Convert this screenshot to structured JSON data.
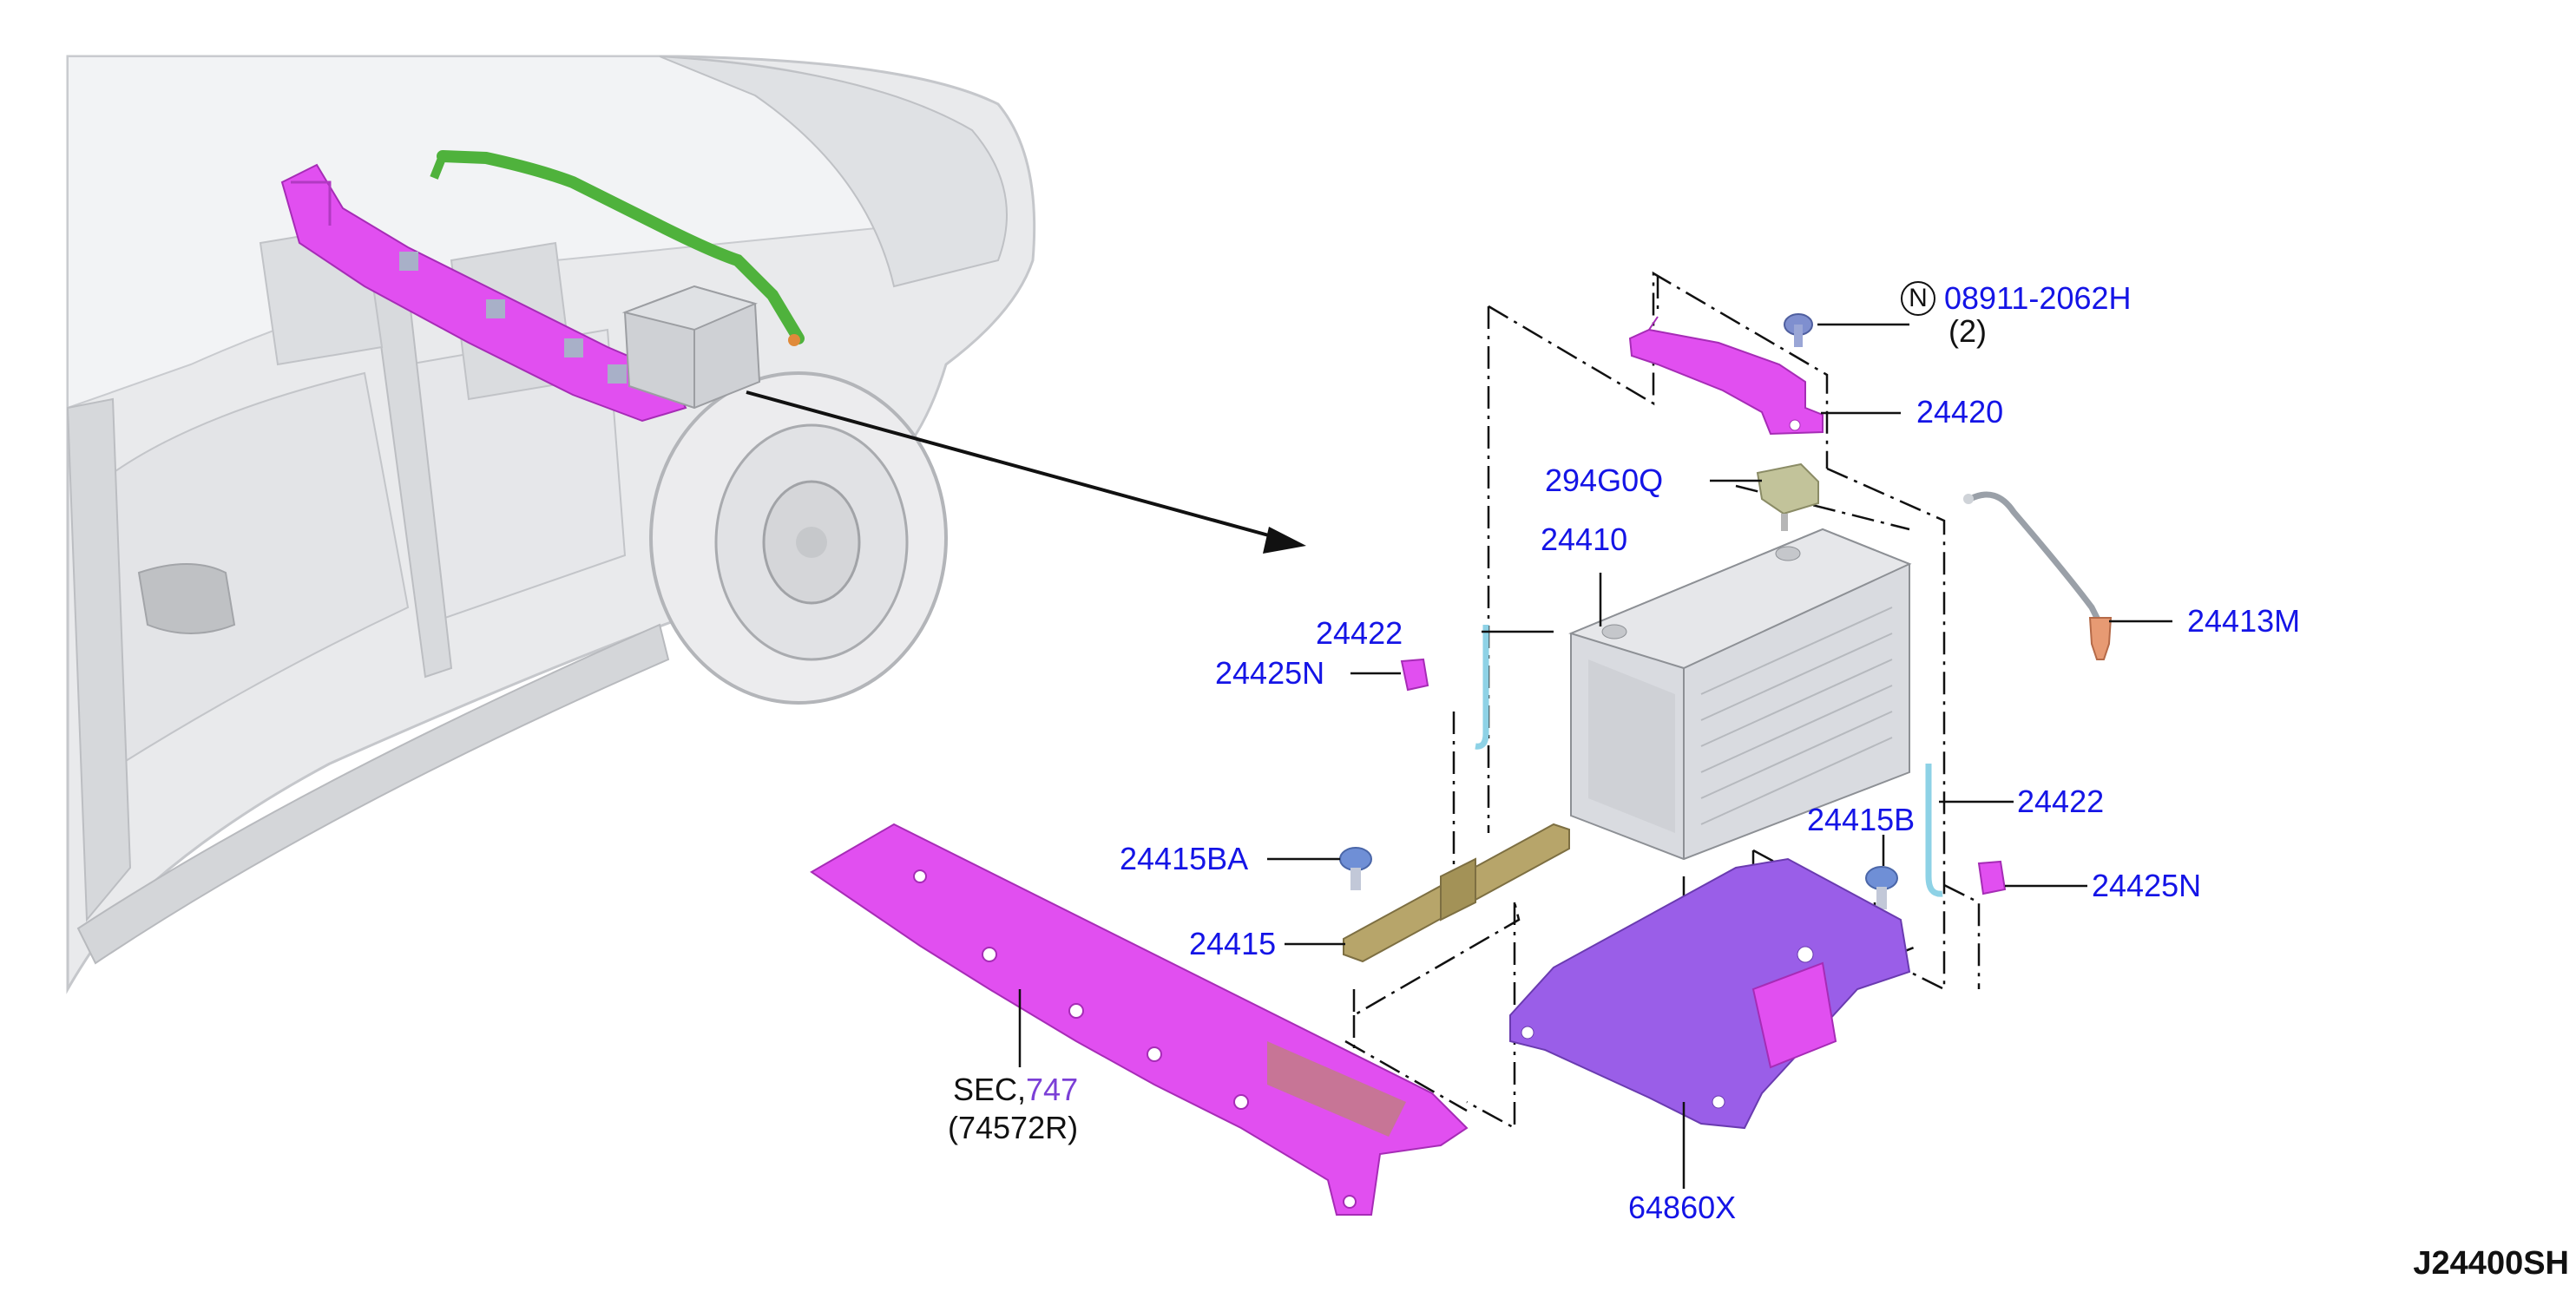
{
  "diagram": {
    "code": "J24400SH",
    "note_symbol": "N",
    "colors": {
      "label_blue": "#1414e6",
      "section_purple": "#7b3fd6",
      "bracket_magenta": "#e14ff0",
      "tray_purple": "#9a5ee8",
      "battery_gray": "#d9dbe0",
      "cable_blue": "#8ed2e6"
    },
    "labels": {
      "p08911": "08911-2062H",
      "p08911_qty": "(2)",
      "p24420": "24420",
      "p294G0Q": "294G0Q",
      "p24410": "24410",
      "p24413M": "24413M",
      "p24422_left": "24422",
      "p24425N_left": "24425N",
      "p24422_right": "24422",
      "p24415B": "24415B",
      "p24425N_right": "24425N",
      "p24415BA": "24415BA",
      "p24415": "24415",
      "p64860X": "64860X",
      "sec_prefix": "SEC,",
      "sec_number": "747",
      "sec_part": "(74572R)"
    }
  }
}
